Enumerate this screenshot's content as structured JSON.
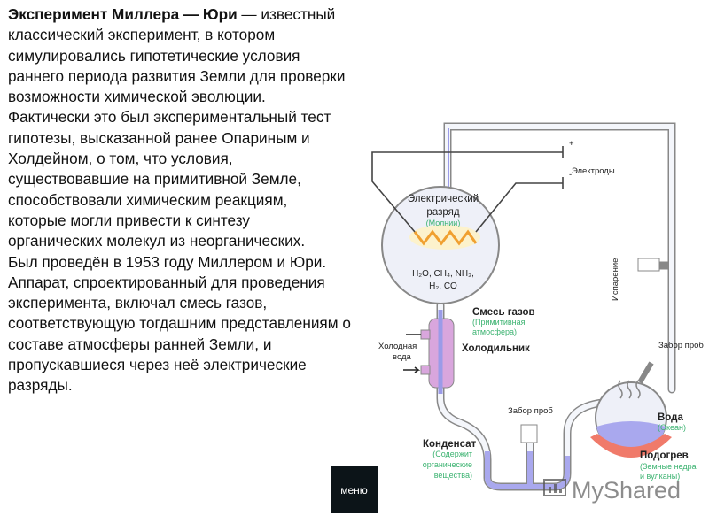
{
  "text": {
    "bold": "Эксперимент Миллера — Юри",
    "first_rest": " — известный",
    "lines": [
      "классический эксперимент, в котором",
      "симулировались гипотетические условия",
      "раннего периода развития Земли для проверки",
      "возможности химической эволюции.",
      "Фактически это был экспериментальный тест",
      "гипотезы, высказанной ранее Опариным и",
      "Холдейном, о том, что условия,",
      "существовавшие на примитивной Земле,",
      "способствовали химическим реакциям,",
      "которые могли привести к синтезу",
      "органических молекул из неорганических.",
      "Был  проведён в 1953 году Миллером и Юри.",
      "Аппарат, спроектированный для проведения",
      "эксперимента, включал смесь газов,",
      "соответствующую тогдашним представлениям о",
      "составе атмосферы ранней Земли, и",
      "пропускавшиеся через неё электрические",
      "разряды."
    ]
  },
  "diagram": {
    "electrodes": "Электроды",
    "plus": "+",
    "minus": "-",
    "discharge_1": "Электрический",
    "discharge_2": "разряд",
    "lightning": "(Молнии)",
    "gases_1": "H₂O, CH₄, NH₃,",
    "gases_2": "H₂, CO",
    "gas_mix": "Смесь газов",
    "primitive_1": "(Примитивная",
    "primitive_2": "атмосфера)",
    "cold_water_1": "Холодная",
    "cold_water_2": "вода",
    "condenser": "Холодильник",
    "evaporation": "Испарение",
    "sampling_right": "Забор проб",
    "sampling_bottom": "Забор проб",
    "water": "Вода",
    "ocean": "(Океан)",
    "heating": "Подогрев",
    "heating_note_1": "(Земные недра",
    "heating_note_2": "и вулканы)",
    "condensate": "Конденсат",
    "condensate_note_1": "(Содержит",
    "condensate_note_2": "органические",
    "condensate_note_3": "вещества)",
    "colors": {
      "label_green": "#3cb371",
      "tube": "#9a9a9a",
      "liquid": "#a9a8ee",
      "heater": "#f07a6a"
    }
  },
  "watermark": "MyShared",
  "menu_button": "меню"
}
